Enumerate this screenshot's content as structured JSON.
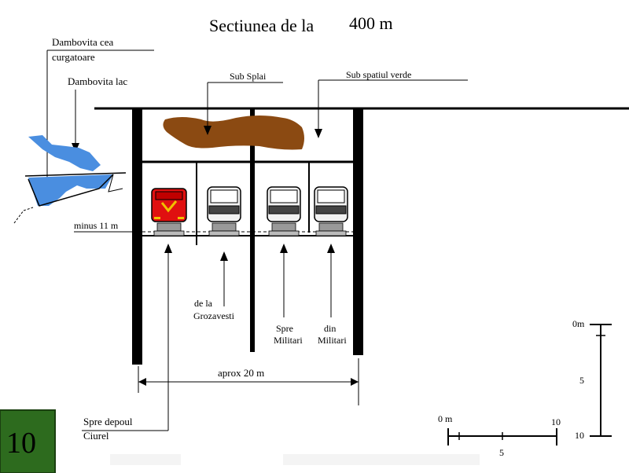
{
  "title_prefix": "Sectiunea de la",
  "title_value": "400 m",
  "labels": {
    "dambovita_cea_curgatoare_line1": "Dambovita cea",
    "dambovita_cea_curgatoare_line2": "curgatoare",
    "dambovita_lac": "Dambovita lac",
    "sub_splai": "Sub  Splai",
    "sub_spatiul_verde": "Sub spatiul verde",
    "minus_11m": "minus 11 m",
    "de_la_grozavesti_line1": "de la",
    "de_la_grozavesti_line2": "Grozavesti",
    "spre_militari_line1": "Spre",
    "spre_militari_line2": "Militari",
    "din_militari_line1": "din",
    "din_militari_line2": "Militari",
    "width_dimension": "aprox  20 m",
    "spre_depoul_line1": "Spre depoul",
    "spre_depoul_line2": "Ciurel"
  },
  "vertical_scale": {
    "top": "0m",
    "mid": "5",
    "bottom": "10"
  },
  "horizontal_scale": {
    "start": "0 m",
    "end": "10",
    "mid": "5"
  },
  "slide_number": "10",
  "colors": {
    "water": "#4a8ee0",
    "soil": "#8b4a12",
    "train_red": "#e01010",
    "train_yellow": "#f0c000",
    "badge_green": "#2d6b1e"
  }
}
